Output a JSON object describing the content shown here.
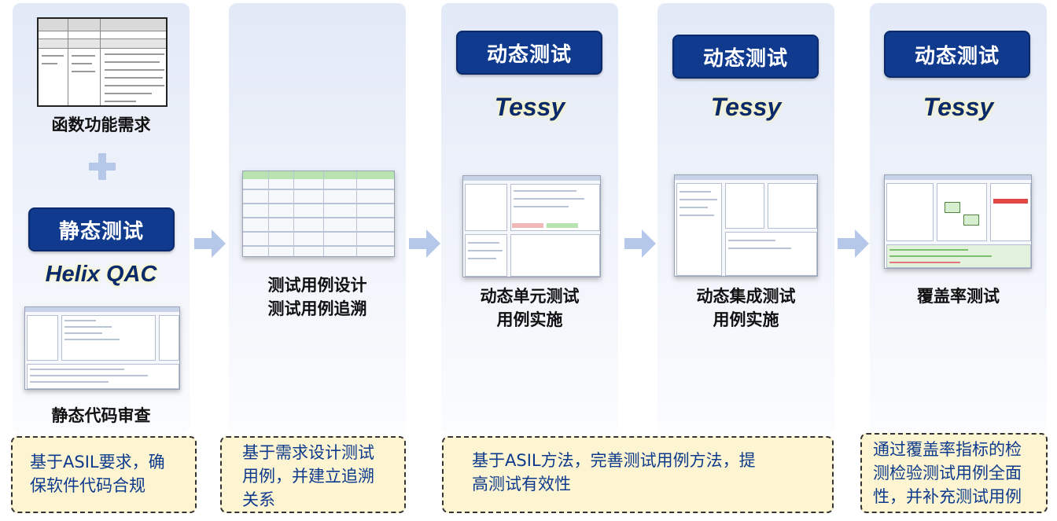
{
  "columns": [
    {
      "requirements_label": "函数功能需求",
      "tag": "静态测试",
      "tool": "Helix QAC",
      "label": "静态代码审查",
      "note": "基于ASIL要求，确\n保软件代码合规"
    },
    {
      "label": "测试用例设计\n测试用例追溯",
      "note": "基于需求设计测试\n用例，并建立追溯\n关系"
    },
    {
      "tag": "动态测试",
      "tool": "Tessy",
      "label": "动态单元测试\n用例实施"
    },
    {
      "tag": "动态测试",
      "tool": "Tessy",
      "label": "动态集成测试\n用例实施"
    },
    {
      "tag": "动态测试",
      "tool": "Tessy",
      "label": "覆盖率测试",
      "note": "通过覆盖率指标的检\n测检验测试用例全面\n性，并补充测试用例"
    }
  ],
  "shared_note": "基于ASIL方法，完善测试用例方法，提\n高测试有效性",
  "icons": {
    "arrow": "arrow-right-icon",
    "plus": "plus-icon",
    "arrow_color": "#b6c8ea",
    "plus_color": "#b6c8ea"
  },
  "colors": {
    "tag_bg": "#0f3a8e",
    "note_bg": "#fdf5d2",
    "note_text": "#0d3a8c",
    "tool_text": "#0a2a6b"
  }
}
